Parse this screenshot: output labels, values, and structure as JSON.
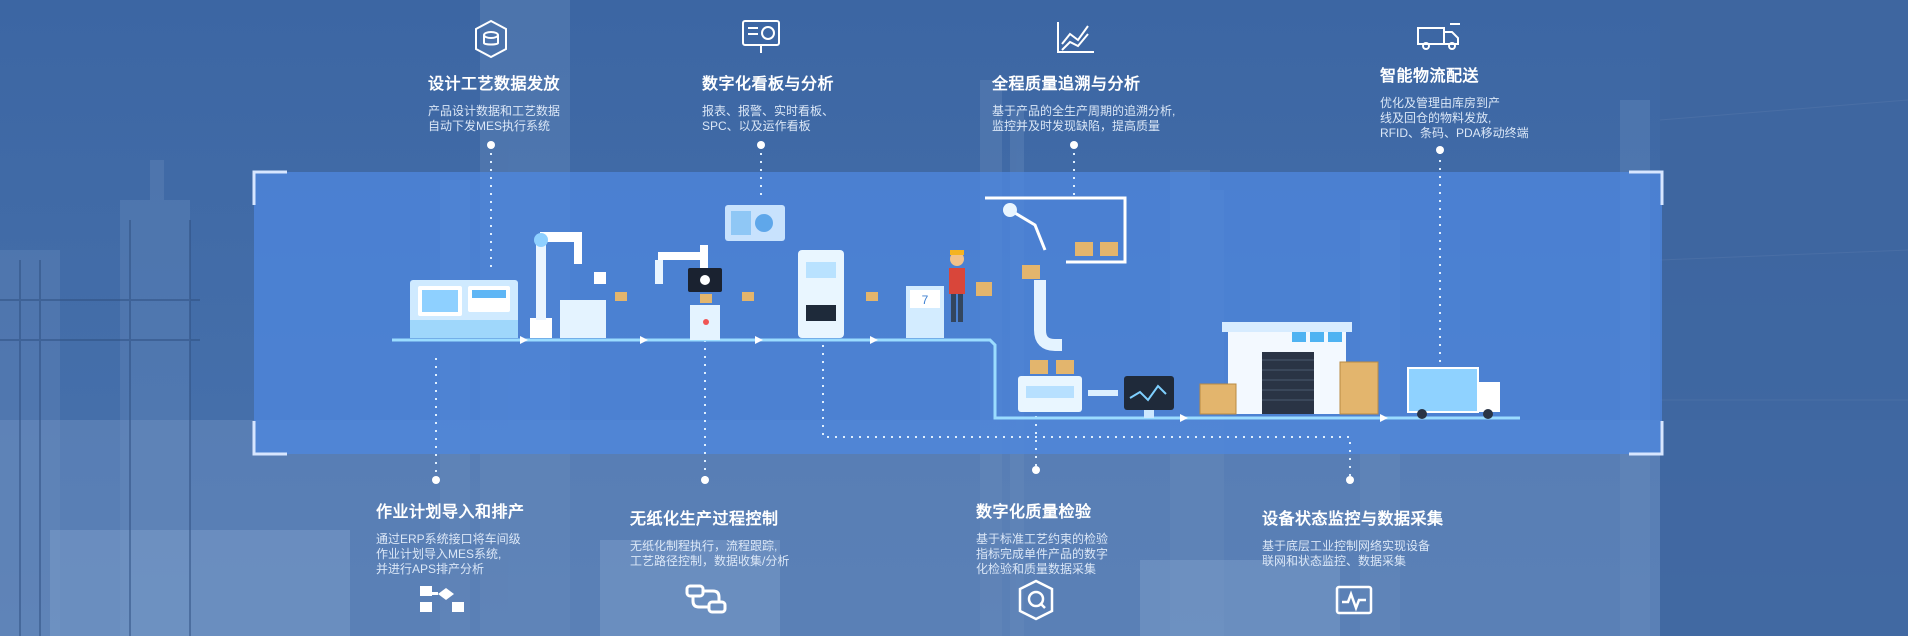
{
  "features_top": [
    {
      "title": "设计工艺数据发放",
      "desc": [
        "产品设计数据和工艺数据",
        "自动下发MES执行系统"
      ],
      "icon": "data-stack-icon"
    },
    {
      "title": "数字化看板与分析",
      "desc": [
        "报表、报警、实时看板、",
        "SPC、以及运作看板"
      ],
      "icon": "dashboard-icon"
    },
    {
      "title": "全程质量追溯与分析",
      "desc": [
        "基于产品的全生产周期的追溯分析,",
        "监控并及时发现缺陷，提高质量"
      ],
      "icon": "trend-chart-icon"
    },
    {
      "title": "智能物流配送",
      "desc": [
        "优化及管理由库房到产",
        "线及回仓的物料发放,",
        "RFID、条码、PDA移动终端"
      ],
      "icon": "delivery-truck-icon"
    }
  ],
  "features_bottom": [
    {
      "title": "作业计划导入和排产",
      "desc": [
        "通过ERP系统接口将车间级",
        "作业计划导入MES系统,",
        "并进行APS排产分析"
      ],
      "icon": "flowchart-icon"
    },
    {
      "title": "无纸化生产过程控制",
      "desc": [
        "无纸化制程执行，流程跟踪,",
        "工艺路径控制，数据收集/分析"
      ],
      "icon": "process-flow-icon"
    },
    {
      "title": "数字化质量检验",
      "desc": [
        "基于标准工艺约束的检验",
        "指标完成单件产品的数字",
        "化检验和质量数据采集"
      ],
      "icon": "quality-shield-icon"
    },
    {
      "title": "设备状态监控与数据采集",
      "desc": [
        "基于底层工业控制网络实现设备",
        "联网和状态监控、数据采集"
      ],
      "icon": "monitor-pulse-icon"
    }
  ],
  "machine_labels": {
    "label_7": "7"
  },
  "colors": {
    "accent": "#5b8fe8",
    "line": "#7fd0ff",
    "panel": "#4e86de",
    "text": "#ffffff",
    "desc": "#dbe7f7"
  }
}
